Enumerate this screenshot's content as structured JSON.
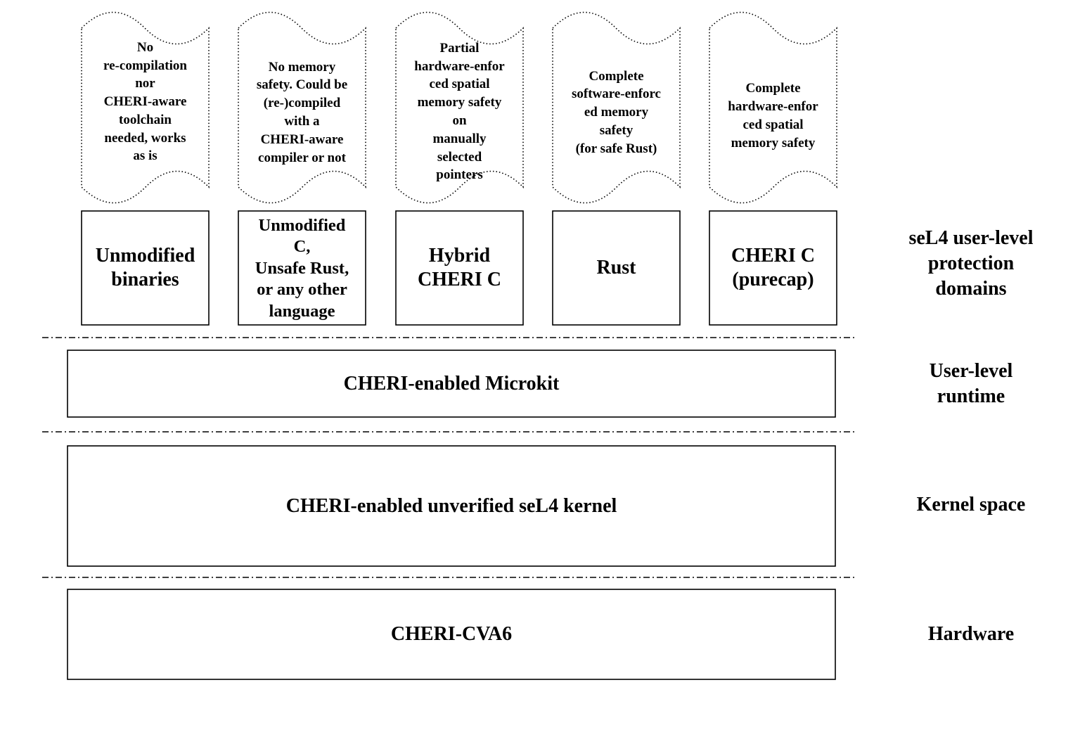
{
  "languages": [
    {
      "note": "No\nre-compilation\nnor\nCHERI-aware\ntoolchain\nneeded, works\nas is",
      "label": "Unmodified\nbinaries"
    },
    {
      "note": "No memory\nsafety. Could be\n(re-)compiled\nwith a\nCHERI-aware\ncompiler or not",
      "label": "Unmodified\nC,\nUnsafe Rust,\nor any other\nlanguage"
    },
    {
      "note": "Partial\nhardware-enfor\nced spatial\nmemory safety\non\nmanually\nselected\npointers",
      "label": "Hybrid\nCHERI C"
    },
    {
      "note": "Complete\nsoftware-enforc\ned memory\nsafety\n(for safe Rust)",
      "label": "Rust"
    },
    {
      "note": "Complete\nhardware-enfor\nced spatial\nmemory safety",
      "label": "CHERI C\n(purecap)"
    }
  ],
  "layers": {
    "runtime": "CHERI-enabled Microkit",
    "kernel": "CHERI-enabled unverified seL4 kernel",
    "hardware": "CHERI-CVA6"
  },
  "side_labels": {
    "protection_domains": "seL4 user-level\nprotection\ndomains",
    "runtime": "User-level\nruntime",
    "kernel": "Kernel space",
    "hardware": "Hardware"
  }
}
